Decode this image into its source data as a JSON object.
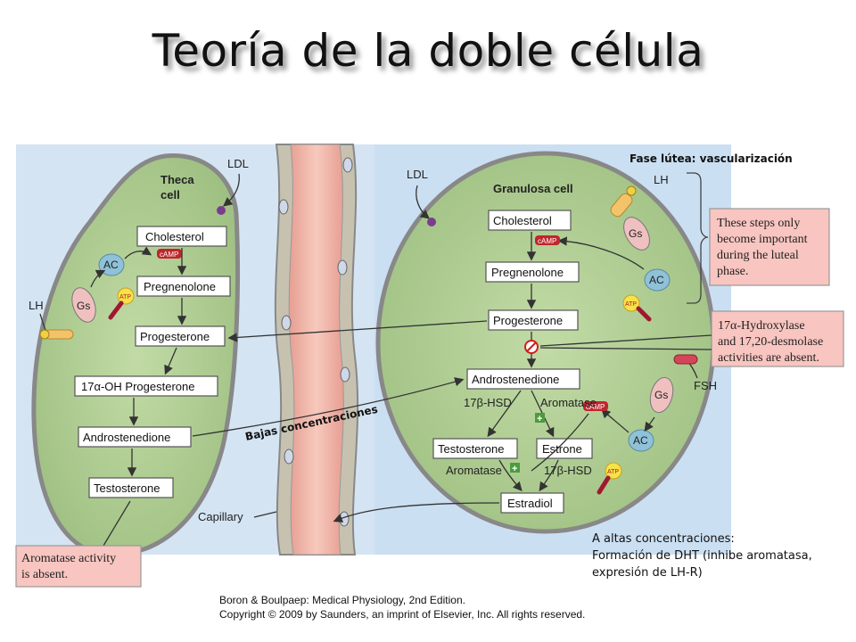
{
  "title": "Teoría de la doble célula",
  "theca": {
    "cell_label_1": "Theca",
    "cell_label_2": "cell",
    "ldl": "LDL",
    "lh": "LH",
    "ac": "AC",
    "gs": "Gs",
    "camp": "cAMP",
    "atp": "ATP",
    "steps": [
      "Cholesterol",
      "Pregnenolone",
      "Progesterone",
      "17α-OH Progesterone",
      "Androstenedione",
      "Testosterone"
    ]
  },
  "granulosa": {
    "cell_label": "Granulosa cell",
    "ldl": "LDL",
    "lh": "LH",
    "fsh": "FSH",
    "ac": "AC",
    "gs": "Gs",
    "camp": "cAMP",
    "atp": "ATP",
    "steps": [
      "Cholesterol",
      "Pregnenolone",
      "Progesterone",
      "Androstenedione",
      "Testosterone",
      "Estrone",
      "Estradiol"
    ],
    "enzymes": {
      "hsd_top": "17β-HSD",
      "aromatase_top": "Aromatase",
      "aromatase_bottom": "Aromatase",
      "hsd_bottom": "17β-HSD"
    }
  },
  "capillary_label": "Capillary",
  "notes": {
    "luteal": [
      "These steps only",
      "become important",
      "during the luteal",
      "phase."
    ],
    "hydroxylase": [
      "17α-Hydroxylase",
      "and 17,20-desmolase",
      "activities are absent."
    ],
    "aromatase_absent": [
      "Aromatase activity",
      "is absent."
    ]
  },
  "annotations": {
    "luteal_phase": "Fase lútea: vascularización",
    "low_conc": "Bajas concentraciones",
    "high_conc": [
      "A altas concentraciones:",
      "Formación de DHT (inhibe aromatasa,",
      "expresión de LH-R)"
    ]
  },
  "credit": {
    "line1": "Boron & Boulpaep: Medical Physiology, 2nd Edition.",
    "line2": "Copyright © 2009 by Saunders, an imprint of Elsevier, Inc. All rights reserved."
  },
  "colors": {
    "background_left": "#d3e4f3",
    "background_right": "#cfe0f2",
    "cell_fill": "#a9c98a",
    "cell_border": "#8a8a8a",
    "capillary": "#f2b4a8",
    "note_fill": "#f8c5c0",
    "gs_fill": "#f0c0c0",
    "ac_fill": "#8fc2d8"
  }
}
